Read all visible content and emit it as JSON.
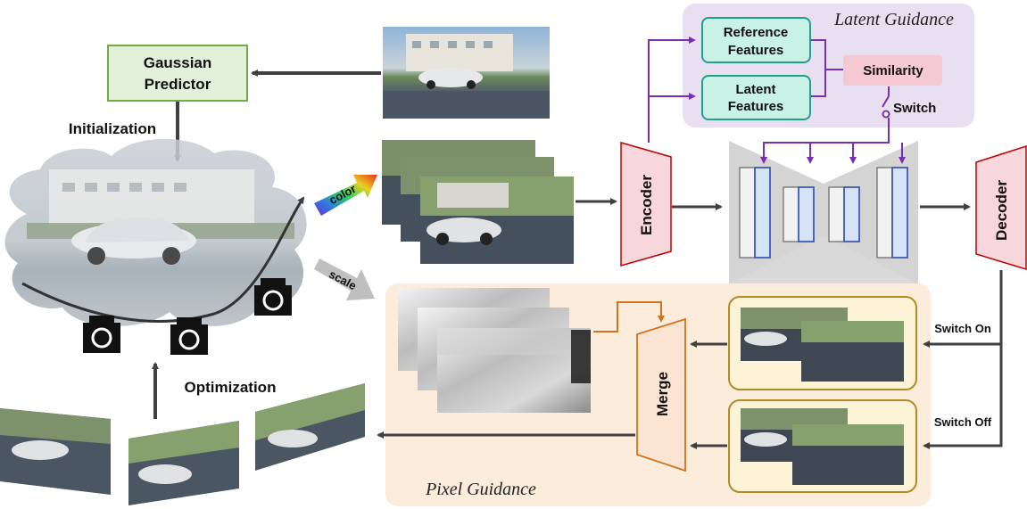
{
  "labels": {
    "gaussian_predictor": [
      "Gaussian",
      "Predictor"
    ],
    "initialization": "Initialization",
    "optimization": "Optimization",
    "color": "color",
    "scale": "scale",
    "encoder": "Encoder",
    "decoder": "Decoder",
    "merge": "Merge",
    "latent_guidance": "Latent Guidance",
    "pixel_guidance": "Pixel Guidance",
    "reference_features": [
      "Reference",
      "Features"
    ],
    "latent_features": [
      "Latent",
      "Features"
    ],
    "similarity": "Similarity",
    "switch": "Switch",
    "switch_on": "Switch On",
    "switch_off": "Switch Off"
  },
  "colors": {
    "gaussian_box_fill": "#e2efd9",
    "gaussian_box_stroke": "#70ad47",
    "coder_fill": "#f8d7dc",
    "coder_stroke": "#c00000",
    "feature_fill": "#c9f2e6",
    "feature_stroke": "#20a088",
    "similarity_fill": "#f4c9d2",
    "latent_panel": "#e8dff0",
    "pixel_panel": "#fcecdc",
    "merge_fill": "#fbe4d2",
    "merge_stroke": "#d0731e",
    "purple_line": "#7b2fb0",
    "yellow_box_fill": "#fdf3d6",
    "yellow_box_stroke": "#b58a24",
    "blue_block": "#3c5bb8",
    "arrow": "#404040"
  }
}
